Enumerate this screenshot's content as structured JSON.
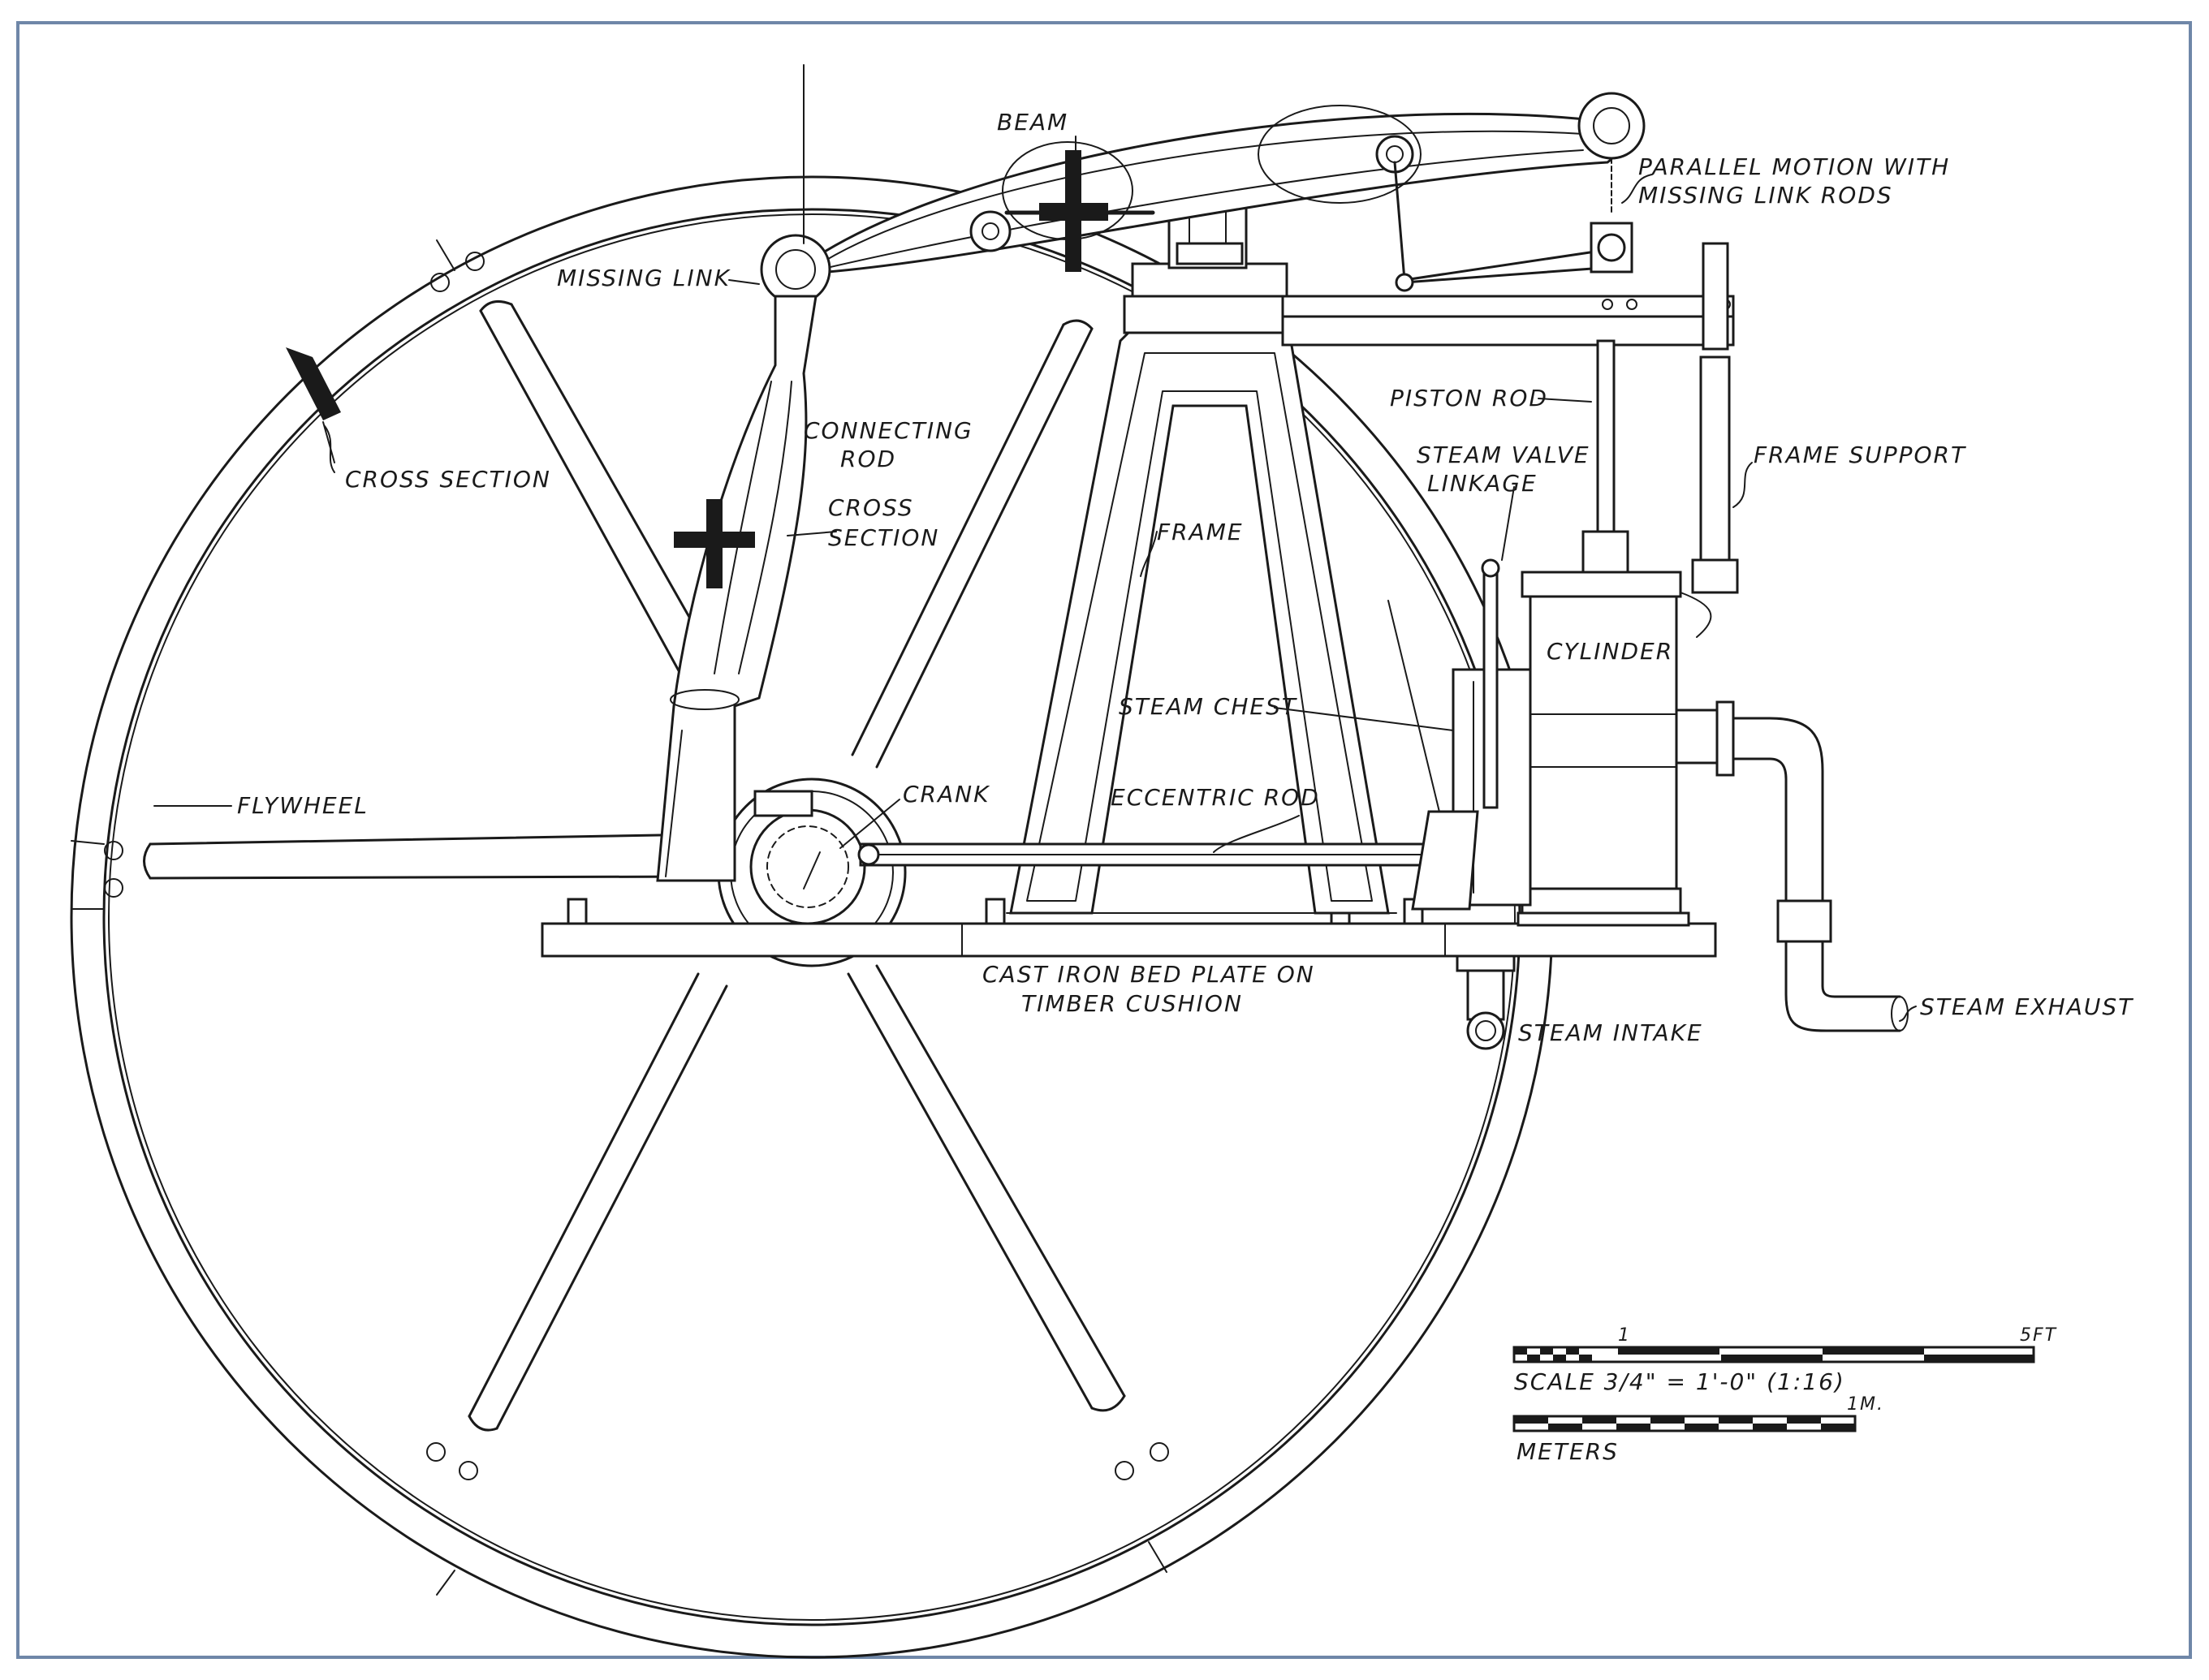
{
  "colors": {
    "frame_border": "#6f87a8",
    "ink": "#1a1a1a",
    "paper": "#ffffff"
  },
  "labels": {
    "beam": "BEAM",
    "parallel_motion_1": "PARALLEL MOTION WITH",
    "parallel_motion_2": "MISSING LINK RODS",
    "missing_link": "MISSING LINK",
    "connecting_rod_1": "CONNECTING",
    "connecting_rod_2": "ROD",
    "cross_section_rod_1": "CROSS",
    "cross_section_rod_2": "SECTION",
    "cross_section_wheel": "CROSS SECTION",
    "piston_rod": "PISTON ROD",
    "frame_support": "FRAME SUPPORT",
    "steam_valve_1": "STEAM VALVE",
    "steam_valve_2": "LINKAGE",
    "frame": "FRAME",
    "cylinder": "CYLINDER",
    "steam_chest": "STEAM CHEST",
    "flywheel": "FLYWHEEL",
    "crank": "CRANK",
    "eccentric_rod": "ECCENTRIC ROD",
    "bed_plate_1": "CAST IRON BED PLATE ON",
    "bed_plate_2": "TIMBER CUSHION",
    "steam_intake": "STEAM INTAKE",
    "steam_exhaust": "STEAM EXHAUST"
  },
  "scale_bar": {
    "feet_tick_1": "1",
    "feet_tick_5": "5FT",
    "feet_caption": "SCALE 3/4\" = 1'-0\" (1:16)",
    "meters_tick": "1M.",
    "meters_caption": "METERS"
  }
}
